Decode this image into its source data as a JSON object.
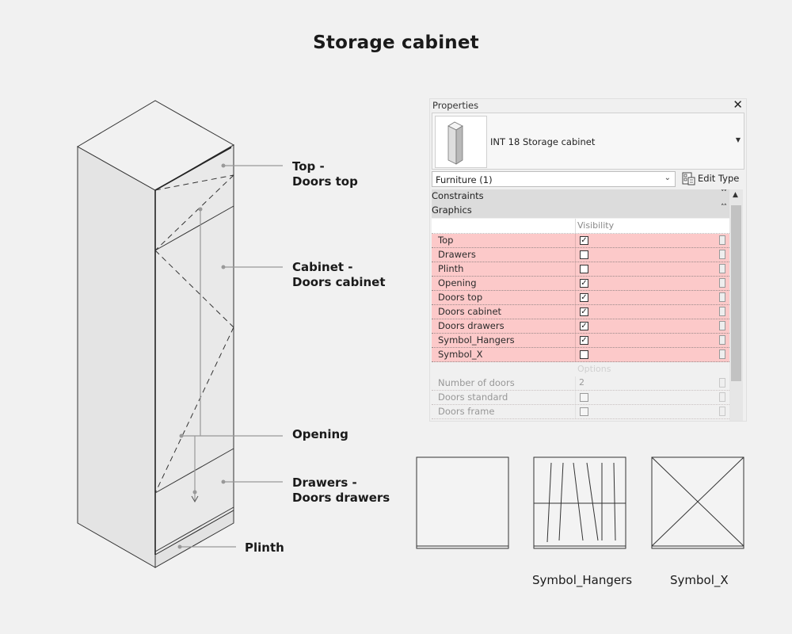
{
  "title": "Storage cabinet",
  "callouts": {
    "top": [
      "Top -",
      "Doors top"
    ],
    "cabinet": [
      "Cabinet -",
      "Doors cabinet"
    ],
    "opening": [
      "Opening"
    ],
    "drawers": [
      "Drawers -",
      "Doors drawers"
    ],
    "plinth": [
      "Plinth"
    ]
  },
  "properties": {
    "title": "Properties",
    "close_icon": "close-icon",
    "type_name": "INT 18 Storage cabinet",
    "category": "Furniture (1)",
    "edit_type_label": "Edit Type",
    "groups": {
      "constraints": "Constraints",
      "graphics": "Graphics"
    },
    "visibility_header": "Visibility",
    "rows": [
      {
        "name": "Top",
        "checked": true
      },
      {
        "name": "Drawers",
        "checked": false
      },
      {
        "name": "Plinth",
        "checked": false
      },
      {
        "name": "Opening",
        "checked": true
      },
      {
        "name": "Doors top",
        "checked": true
      },
      {
        "name": "Doors cabinet",
        "checked": true
      },
      {
        "name": "Doors drawers",
        "checked": true
      },
      {
        "name": "Symbol_Hangers",
        "checked": true
      },
      {
        "name": "Symbol_X",
        "checked": false
      }
    ],
    "options_header": "Options",
    "option_rows": [
      {
        "name": "Number of doors",
        "value": "2"
      },
      {
        "name": "Doors standard",
        "value": ""
      },
      {
        "name": "Doors frame",
        "value": ""
      }
    ],
    "highlight_color": "#fcc9c9"
  },
  "symbols": {
    "hangers_label": "Symbol_Hangers",
    "x_label": "Symbol_X"
  },
  "check_glyph": "✓"
}
